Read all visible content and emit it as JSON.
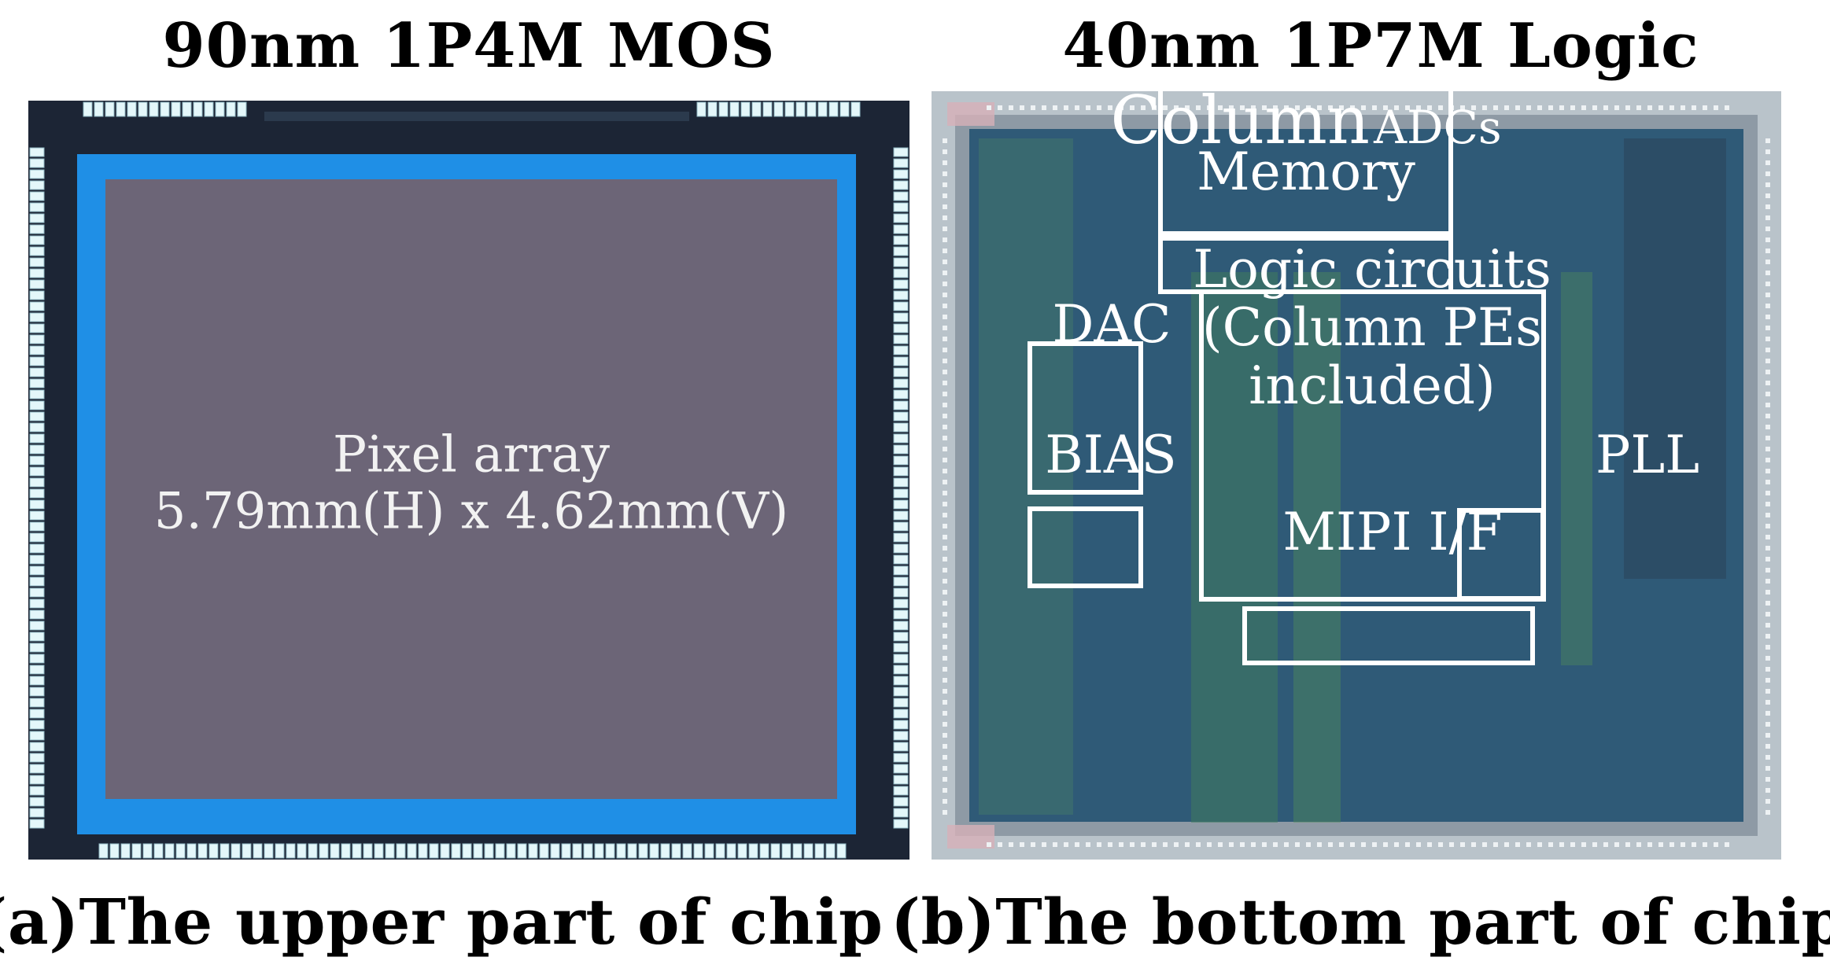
{
  "panel_a": {
    "process": "90nm 1P4M MOS",
    "pixel_array_title": "Pixel array",
    "pixel_array_size": "5.79mm(H) x 4.62mm(V)",
    "caption": "(a)The upper part of chip"
  },
  "panel_b": {
    "process": "40nm 1P7M Logic",
    "blocks": {
      "column_big": "Column",
      "column_small": "ADCs",
      "memory": "Memory",
      "logic_line1": "Logic circuits",
      "logic_line2": "(Column PEs",
      "logic_line3": "included)",
      "dac": "DAC",
      "bias": "BIAS",
      "pll": "PLL",
      "mipi": "MIPI I/F"
    },
    "caption": "(b)The bottom part of chip"
  },
  "colors": {
    "pixel_array": "#6c6577",
    "pixel_border": "#1f8fe6",
    "die_dark": "#1c2535",
    "pad_light": "#e4f7fa",
    "logic_die": "#2f5a77",
    "block_outline": "#ffffff"
  }
}
